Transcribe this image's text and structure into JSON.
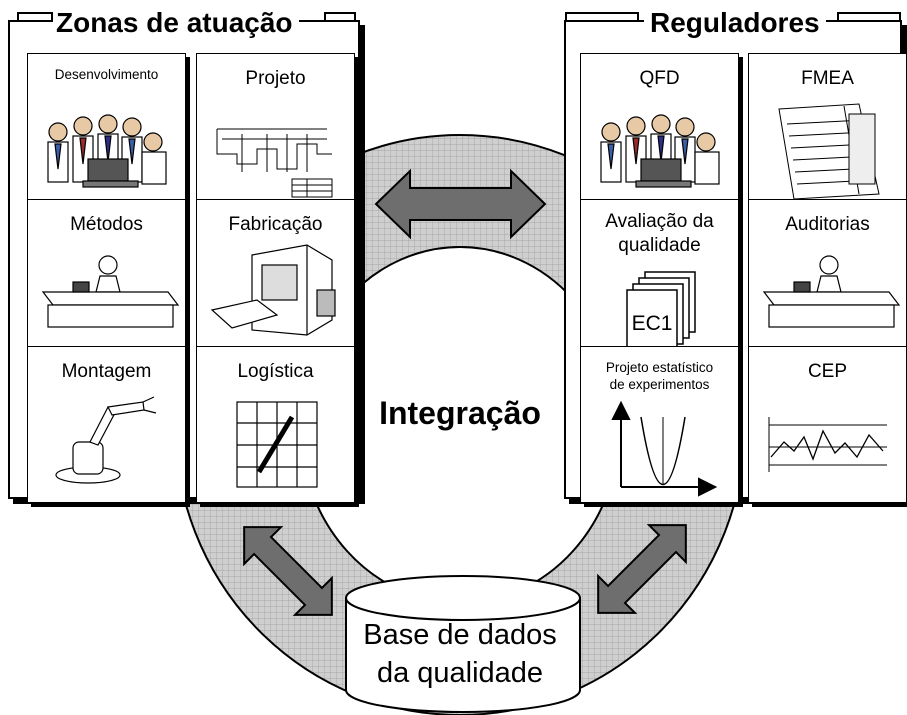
{
  "left_panel": {
    "title": "Zonas de atuação",
    "tiles": [
      {
        "label": "Desenvolvimento",
        "icon": "team-people-icon"
      },
      {
        "label": "Projeto",
        "icon": "technical-drawing-icon"
      },
      {
        "label": "Métodos",
        "icon": "desk-worker-icon"
      },
      {
        "label": "Fabricação",
        "icon": "machine-tool-icon"
      },
      {
        "label": "Montagem",
        "icon": "robot-arm-icon"
      },
      {
        "label": "Logística",
        "icon": "warehouse-shelf-icon"
      }
    ]
  },
  "right_panel": {
    "title": "Reguladores",
    "tiles": [
      {
        "label": "QFD",
        "icon": "team-people-icon"
      },
      {
        "label": "FMEA",
        "icon": "form-document-icon"
      },
      {
        "label_line1": "Avaliação da",
        "label_line2": "qualidade",
        "icon": "ec1-documents-icon",
        "badge": "EC1"
      },
      {
        "label": "Auditorias",
        "icon": "desk-worker-icon"
      },
      {
        "label_line1": "Projeto estatístico",
        "label_line2": "de experimentos",
        "icon": "parabola-plot-icon"
      },
      {
        "label": "CEP",
        "icon": "control-chart-icon"
      }
    ]
  },
  "center": {
    "label": "Integração"
  },
  "database": {
    "line1": "Base de dados",
    "line2": "da qualidade"
  },
  "colors": {
    "ring": "#c8c8c8",
    "arrow": "#6e6e6e",
    "ink": "#000000"
  }
}
